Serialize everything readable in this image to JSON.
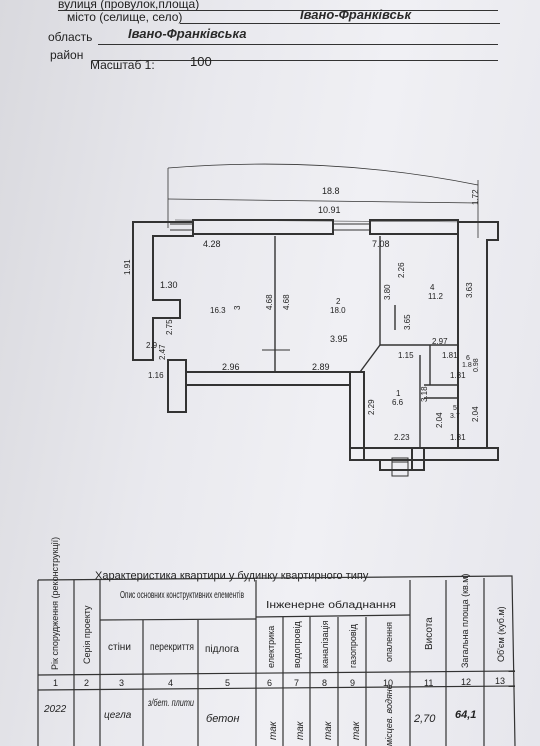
{
  "header": {
    "street_label": "вулиця (провулок,площа)",
    "city_label": "місто (селище, село)",
    "city_value": "Івано-Франківськ",
    "region_label": "область",
    "region_value": "Івано-Франківська",
    "district_label": "район",
    "scale_label": "Масштаб 1:",
    "scale_value": "100"
  },
  "plan": {
    "dimensions": {
      "total_width": "18.8",
      "top_inner": "10.91",
      "right_top": "1.72",
      "left_room_width": "4.28",
      "right_room_width": "7.08",
      "left_wall": "1.91",
      "left_niche": "1.30",
      "left_lower": "2.75",
      "left_small_a": "2.9",
      "left_small_b": "2.47",
      "left_bottom": "1.16",
      "room1_height": "4.68",
      "room2_height": "4.68",
      "room2_width": "3.95",
      "bottom_left": "2.96",
      "bottom_mid": "2.89",
      "right_mid": "3.80",
      "right_mid2": "2.26",
      "right_lower": "3.65",
      "right_side": "3.63",
      "corridor_w": "2.97",
      "corridor_small": "1.15",
      "bath_w": "1.81",
      "bath_h": "0.98",
      "bath_w2": "1.81",
      "hall_left": "2.29",
      "hall_mid": "3.18",
      "hall_bottom": "2.23",
      "wc_h": "2.04",
      "wc_h2": "2.04",
      "wc_w": "1.81"
    },
    "rooms": [
      {
        "num": "3",
        "area": "16.3"
      },
      {
        "num": "2",
        "area": "18.0"
      },
      {
        "num": "4",
        "area": "11.2"
      },
      {
        "num": "1",
        "area": "6.6"
      },
      {
        "num": "5",
        "area": "3.7"
      },
      {
        "num": "6",
        "area": "1.8"
      }
    ]
  },
  "characteristics": {
    "title": "Характеристика квартири у будинку квартирного типу",
    "headers": {
      "year": "Рік спорудження (реконструкції)",
      "series": "Серія проекту",
      "structural": "Опис основних конструктивних елементів",
      "walls": "стіни",
      "ceilings": "перекриття",
      "floor": "підлога",
      "engineering": "Інженерне обладнання",
      "electricity": "електрика",
      "water": "водопровід",
      "sewer": "каналізація",
      "gas": "газопровід",
      "heating": "опалення",
      "height": "Висота",
      "total_area": "Загальна площа (кв.м)",
      "volume": "Об'єм (куб.м)"
    },
    "col_numbers": [
      "1",
      "2",
      "3",
      "4",
      "5",
      "6",
      "7",
      "8",
      "9",
      "10",
      "11",
      "12",
      "13"
    ],
    "row": {
      "year": "2022",
      "series": "",
      "walls": "цегла",
      "ceilings": "з/бет. плити",
      "floor": "бетон",
      "electricity": "так",
      "water": "так",
      "sewer": "так",
      "gas": "так",
      "heating": "місцев. водяне",
      "height": "2,70",
      "total_area": "64,1",
      "volume": ""
    }
  }
}
